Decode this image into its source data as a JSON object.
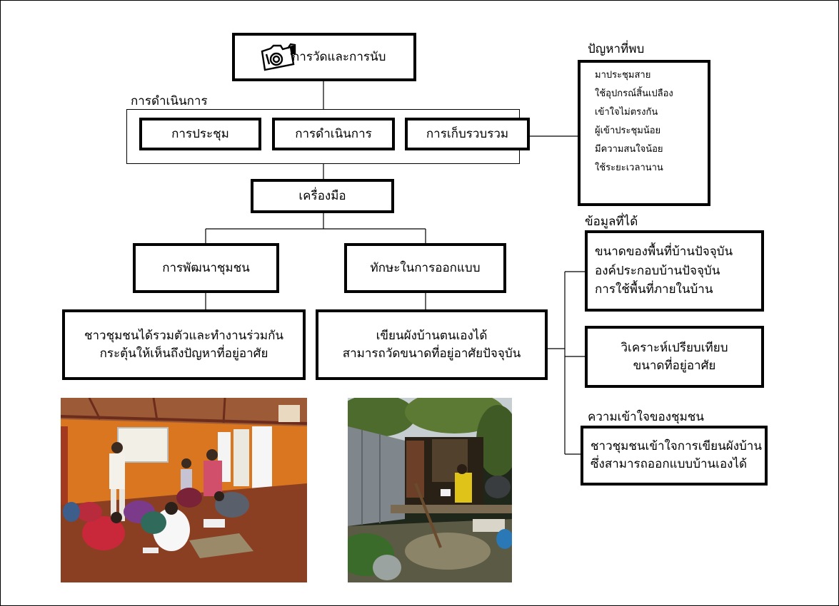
{
  "top": {
    "title": "การวัดและการนับ",
    "icon": "camera-folder-icon"
  },
  "operations": {
    "heading": "การดำเนินการ",
    "items": [
      "การประชุม",
      "การดำเนินการ",
      "การเก็บรวบรวม"
    ]
  },
  "tools": {
    "label": "เครื่องมือ"
  },
  "branches": {
    "left": {
      "label": "การพัฒนาชุมชน",
      "result": [
        "ชาวชุมชนได้รวมตัวและทำงานร่วมกัน",
        "กระตุ้นให้เห็นถึงปัญหาที่อยู่อาศัย"
      ]
    },
    "right": {
      "label": "ทักษะในการออกแบบ",
      "result": [
        "เขียนผังบ้านตนเองได้",
        "สามารถวัดขนาดที่อยู่อาศัยปัจจุบัน"
      ]
    }
  },
  "problems": {
    "heading": "ปัญหาที่พบ",
    "items": [
      "มาประชุมสาย",
      "ใช้อุปกรณ์สิ้นเปลือง",
      "เข้าใจไม่ตรงกัน",
      "ผู้เข้าประชุมน้อย",
      "มีความสนใจน้อย",
      "ใช้ระยะเวลานาน"
    ]
  },
  "data_obtained": {
    "heading": "ข้อมูลที่ได้",
    "items": [
      "ขนาดของพื้นที่บ้านปัจจุบัน",
      "องค์ประกอบบ้านปัจจุบัน",
      "การใช้พื้นที่ภายในบ้าน"
    ]
  },
  "analysis": {
    "lines": [
      "วิเคราะห์เปรียบเทียบ",
      "ขนาดที่อยู่อาศัย"
    ]
  },
  "understanding": {
    "heading": "ความเข้าใจของชุมชน",
    "lines": [
      "ชาวชุมชนเข้าใจการเขียนผังบ้าน",
      "ซึ่งสามารถออกแบบบ้านเองได้"
    ]
  },
  "colors": {
    "wall": "#d9761f",
    "floor": "#8a3f22",
    "foliage": "#4d6b2c",
    "shade": "#1f261a"
  }
}
